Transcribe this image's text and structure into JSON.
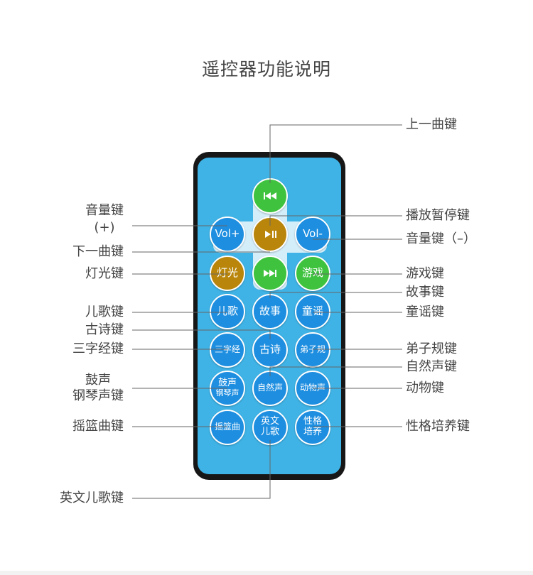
{
  "title": "遥控器功能说明",
  "buttons": {
    "prev": "",
    "vol_plus": "Vol+",
    "play_pause": "",
    "vol_minus": "Vol-",
    "light": "灯光",
    "next": "",
    "game": "游戏",
    "children_song": "儿歌",
    "story": "故事",
    "nursery_rhyme": "童谣",
    "three_char_line1": "三字经",
    "ancient_poem": "古诗",
    "disciple_rules": "弟子规",
    "drum_line1": "鼓声",
    "drum_line2": "钢琴声",
    "nature_sound": "自然声",
    "animal_sound": "动物声",
    "lullaby": "摇篮曲",
    "english_line1": "英文",
    "english_line2": "儿歌",
    "character_line1": "性格",
    "character_line2": "培养"
  },
  "labels": {
    "prev_key": "上一曲键",
    "volume_plus_line1": "音量键",
    "volume_plus_line2": "(+)",
    "play_pause_key": "播放暂停键",
    "volume_minus_key": "音量键（–）",
    "next_key": "下一曲键",
    "light_key": "灯光键",
    "game_key": "游戏键",
    "story_key": "故事键",
    "children_song_key": "儿歌键",
    "nursery_rhyme_key": "童谣键",
    "ancient_poem_key": "古诗键",
    "three_char_key": "三字经键",
    "disciple_rules_key": "弟子规键",
    "nature_sound_key": "自然声键",
    "drum_line1": "鼓声",
    "drum_line2": "钢琴声键",
    "animal_sound_key": "动物键",
    "lullaby_key": "摇篮曲键",
    "character_key": "性格培养键",
    "english_song_key": "英文儿歌键"
  },
  "colors": {
    "remote_body": "#171717",
    "remote_face": "#3fb3e6",
    "button_blue": "#1e8ee0",
    "button_green": "#3fc33f",
    "button_gold": "#b9860b",
    "cross_pad": "#d3edf9",
    "leader_line": "#666666"
  },
  "icons": {
    "prev": "skip-back-icon",
    "play_pause": "play-pause-icon",
    "next": "skip-forward-icon"
  }
}
